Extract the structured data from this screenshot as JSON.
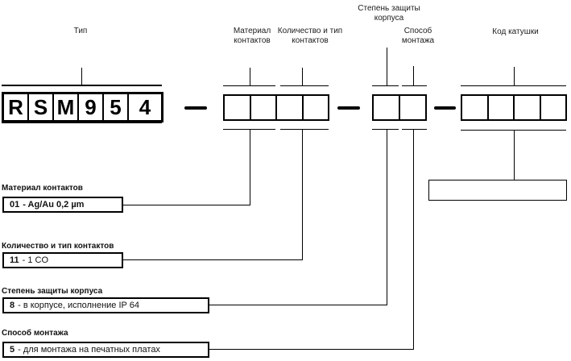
{
  "top_labels": {
    "tip": "Тип",
    "contact_material": [
      "Материал",
      "контактов"
    ],
    "contact_count": [
      "Количество и тип",
      "контактов"
    ],
    "protection": [
      "Степень защиты",
      "корпуса"
    ],
    "mounting": [
      "Способ",
      "монтажа"
    ],
    "coil_code": "Код катушки"
  },
  "code": {
    "chars": [
      "R",
      "S",
      "M",
      "9",
      "5",
      "4"
    ]
  },
  "sections": [
    {
      "label": "Материал контактов",
      "code": "01",
      "desc": "- Ag/Au 0,2 µm"
    },
    {
      "label": "Количество и тип контактов",
      "code": "11",
      "desc": "- 1 CO"
    },
    {
      "label": "Степень защиты корпуса",
      "code": "8",
      "desc": "- в корпусе, исполнение IP 64"
    },
    {
      "label": "Способ монтажа",
      "code": "5",
      "desc": "- для монтажа на печатных платах"
    }
  ],
  "colors": {
    "line": "#000000",
    "background": "#ffffff",
    "text": "#1a1a1a"
  }
}
